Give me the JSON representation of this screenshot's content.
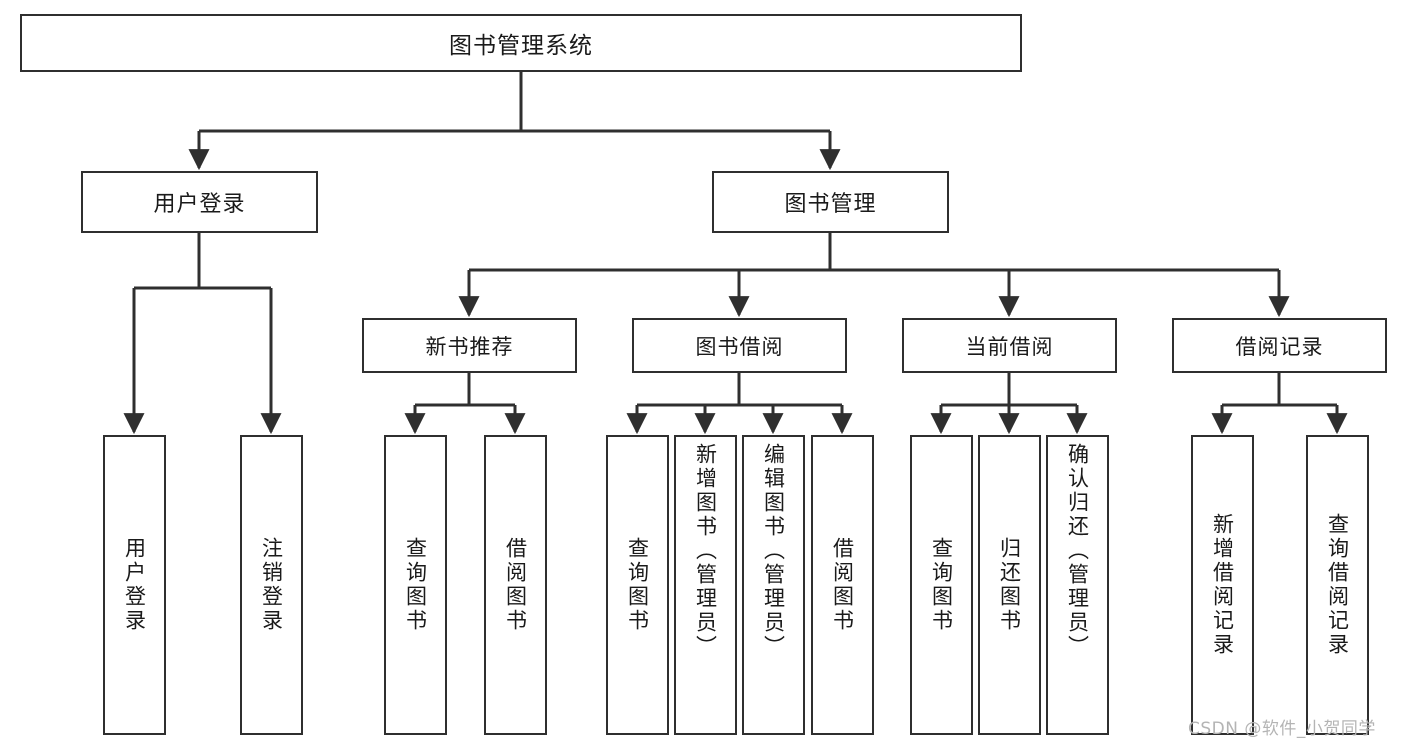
{
  "diagram": {
    "title": "图书管理系统",
    "type": "functional-decomposition-tree",
    "colors": {
      "background": "#ffffff",
      "box_border": "#2f2f2f",
      "box_fill": "#ffffff",
      "edge": "#2f2f2f",
      "text": "#1a1a1a",
      "watermark": "#b4b4b4"
    },
    "root": {
      "label": "图书管理系统"
    },
    "level2": [
      {
        "label": "用户登录"
      },
      {
        "label": "图书管理"
      }
    ],
    "level3": [
      {
        "label": "新书推荐"
      },
      {
        "label": "图书借阅"
      },
      {
        "label": "当前借阅"
      },
      {
        "label": "借阅记录"
      }
    ],
    "leaves": {
      "user_login": [
        {
          "label": "用户登录"
        },
        {
          "label": "注销登录"
        }
      ],
      "new_book_recommend": [
        {
          "label": "查询图书"
        },
        {
          "label": "借阅图书"
        }
      ],
      "book_borrow": [
        {
          "label": "查询图书"
        },
        {
          "label": "新增图书（管理员）"
        },
        {
          "label": "编辑图书（管理员）"
        },
        {
          "label": "借阅图书"
        }
      ],
      "current_borrow": [
        {
          "label": "查询图书"
        },
        {
          "label": "归还图书"
        },
        {
          "label": "确认归还（管理员）"
        }
      ],
      "borrow_record": [
        {
          "label": "新增借阅记录"
        },
        {
          "label": "查询借阅记录"
        }
      ]
    }
  },
  "watermark": {
    "text": "CSDN @软件_小贺同学"
  }
}
